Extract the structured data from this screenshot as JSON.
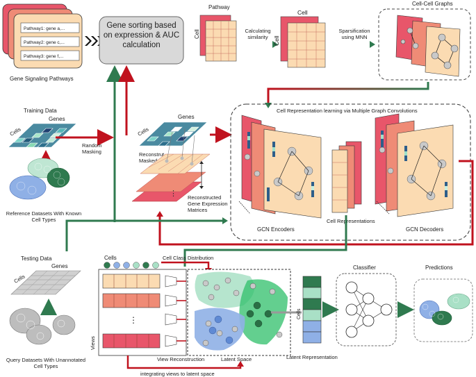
{
  "pathway_box": {
    "items": [
      "Pathway1: gene a,...",
      "Pathway2: gene c,...",
      "Pathway3: gene f,..."
    ],
    "title": "Gene Signaling Pathways"
  },
  "gene_sorting": "Gene sorting based on expression & AUC calculation",
  "pathway_label": "Pathway",
  "cell_label": "Cell",
  "calculating_similarity": "Calculating similarity",
  "sparsification": "Sparsification using MNN",
  "cell_cell_graphs": "Cell-Cell Graphs",
  "training": {
    "title": "Training Data",
    "genes": "Genes",
    "cells": "Cells",
    "random_masking": "Random Masking",
    "reference": "Reference Datasets With Known Cell Types"
  },
  "masked": {
    "genes": "Genes",
    "cells": "Cells",
    "reconstruct": "Reconstrut Masked Values",
    "reconstructed": "Reconstructed Gene Expression Matrices"
  },
  "gcn": {
    "title": "Cell Representation learning via Multiple Graph Convolutions",
    "encoders": "GCN Encoders",
    "representations": "Cell Representations",
    "decoders": "GCN Decoders"
  },
  "testing": {
    "title": "Testing Data",
    "genes": "Genes",
    "cells": "Cells",
    "query": "Query Datasets With Unannotated Cell Types"
  },
  "views": {
    "cells": "Cells",
    "distribution": "Cell Class Distribution",
    "views": "Views",
    "dots": "⋮",
    "view_reconstruction": "View Reconstruction",
    "latent_space": "Latent Space",
    "integrating": "integrating views to latent space"
  },
  "latent_representation": "Latent Representation",
  "cells_vertical": "Cells",
  "classifier": "Classifier",
  "predictions": "Predictions",
  "colors": {
    "red": "#e8566a",
    "salmon": "#ef8b76",
    "peach": "#fbdbb2",
    "dark_red": "#c0121e",
    "green": "#2f7a4f",
    "blue": "#8fb0e6",
    "mint": "#a9e0c6"
  }
}
